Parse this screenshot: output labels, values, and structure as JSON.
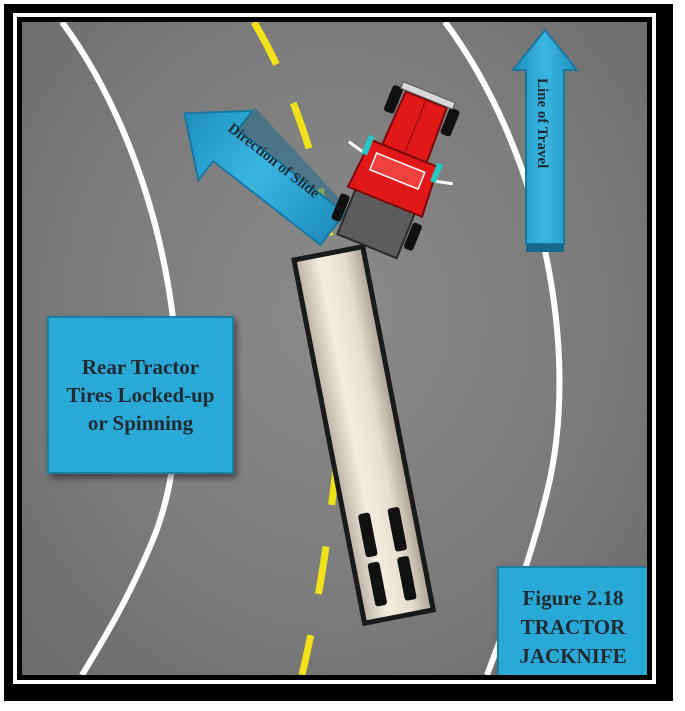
{
  "labels": {
    "rear_tires": [
      "Rear Tractor",
      "Tires Locked-up",
      "or Spinning"
    ],
    "figure_number": "Figure 2.18",
    "figure_title_line1": "TRACTOR",
    "figure_title_line2": "JACKNIFE",
    "direction_of_slide": "Direction of Slide",
    "line_of_travel": "Line of Travel"
  },
  "colors": {
    "road": "#7c7c7c",
    "lane_line": "#ffffff",
    "center_line": "#f2e21b",
    "label_box": "#2aa9d6",
    "tractor": "#e01818",
    "trailer": "#e8e0d0"
  },
  "icons": {
    "slide_arrow": "arrow-up-left",
    "travel_arrow": "arrow-up"
  }
}
